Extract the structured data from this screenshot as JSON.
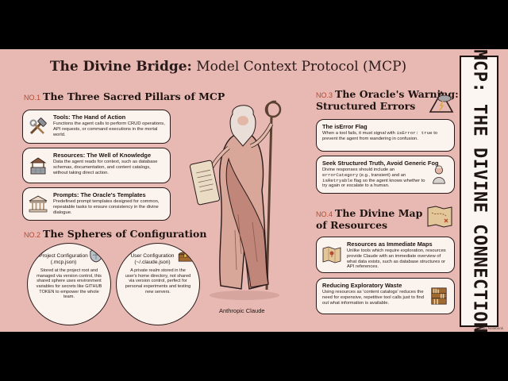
{
  "title": {
    "part1": "The Divine Bridge:",
    "part2": " Model Context Protocol (MCP)"
  },
  "vertical_title": "MCP: THE DIVINE CONNECTION",
  "figure_caption": "Anthropic Claude",
  "notebook_credit": "Gemini Notebook",
  "colors": {
    "background": "#e8b9b2",
    "card": "#fbf3ee",
    "ink": "#2a1a1a",
    "accent": "#b8482e"
  },
  "sections": [
    {
      "no": "NO.1",
      "title": "The Three Sacred Pillars of MCP"
    },
    {
      "no": "NO.2",
      "title": "The Spheres of Configuration"
    },
    {
      "no": "NO.3",
      "title": "The Oracle's Warning: Structured Errors"
    },
    {
      "no": "NO.4",
      "title": "The Divine Map of Resources"
    }
  ],
  "pillars": [
    {
      "icon": "hammer-wrench-icon",
      "heading": "Tools: The Hand of Action",
      "body": "Functions the agent calls to perform CRUD operations, API requests, or command executions in the mortal world."
    },
    {
      "icon": "well-icon",
      "heading": "Resources: The Well of Knowledge",
      "body": "Data the agent reads for context, such as database schemas, documentation, and content catalogs, without taking direct action."
    },
    {
      "icon": "temple-icon",
      "heading": "Prompts: The Oracle's Templates",
      "body": "Predefined prompt templates designed for common, repeatable tasks to ensure consistency in the divine dialogue."
    }
  ],
  "spheres": [
    {
      "icon": "shield-icon",
      "title": "Project Configuration (.mcp.json)",
      "body": "Stored at the project root and managed via version control, this shared sphere uses environment variables for secrets like GITHUB TOKEN to empower the whole team."
    },
    {
      "icon": "treasure-chest-icon",
      "title": "User Configuration (~/.claude.json)",
      "body": "A private realm stored in the user's home directory, not shared via version control, perfect for personal experiments and testing new servers."
    }
  ],
  "errors": [
    {
      "icon": "storm-cloud-icon",
      "heading": "The isError Flag",
      "body_pre": "When a tool fails, it must signal with ",
      "code": "isError: true",
      "body_post": " to prevent the agent from wandering in confusion."
    },
    {
      "icon": "oracle-icon",
      "heading": "Seek Structured Truth, Avoid Generic Fog",
      "body_1": "Divine responses should include an ",
      "code_1": "errorCategory",
      "body_2": " (e.g., transient) and an ",
      "code_2": "isRetryable",
      "body_3": " flag so the agent knows whether to try again or escalate to a human."
    }
  ],
  "resources": [
    {
      "icon": "map-icon",
      "heading": "Resources as Immediate Maps",
      "body": "Unlike tools which require exploration, resources provide Claude with an immediate overview of what data exists, such as database structures or API references."
    },
    {
      "icon": "bookshelf-icon",
      "heading": "Reducing Exploratory Waste",
      "body": "Using resources as 'content catalogs' reduces the need for expensive, repetitive tool calls just to find out what information is available."
    }
  ]
}
